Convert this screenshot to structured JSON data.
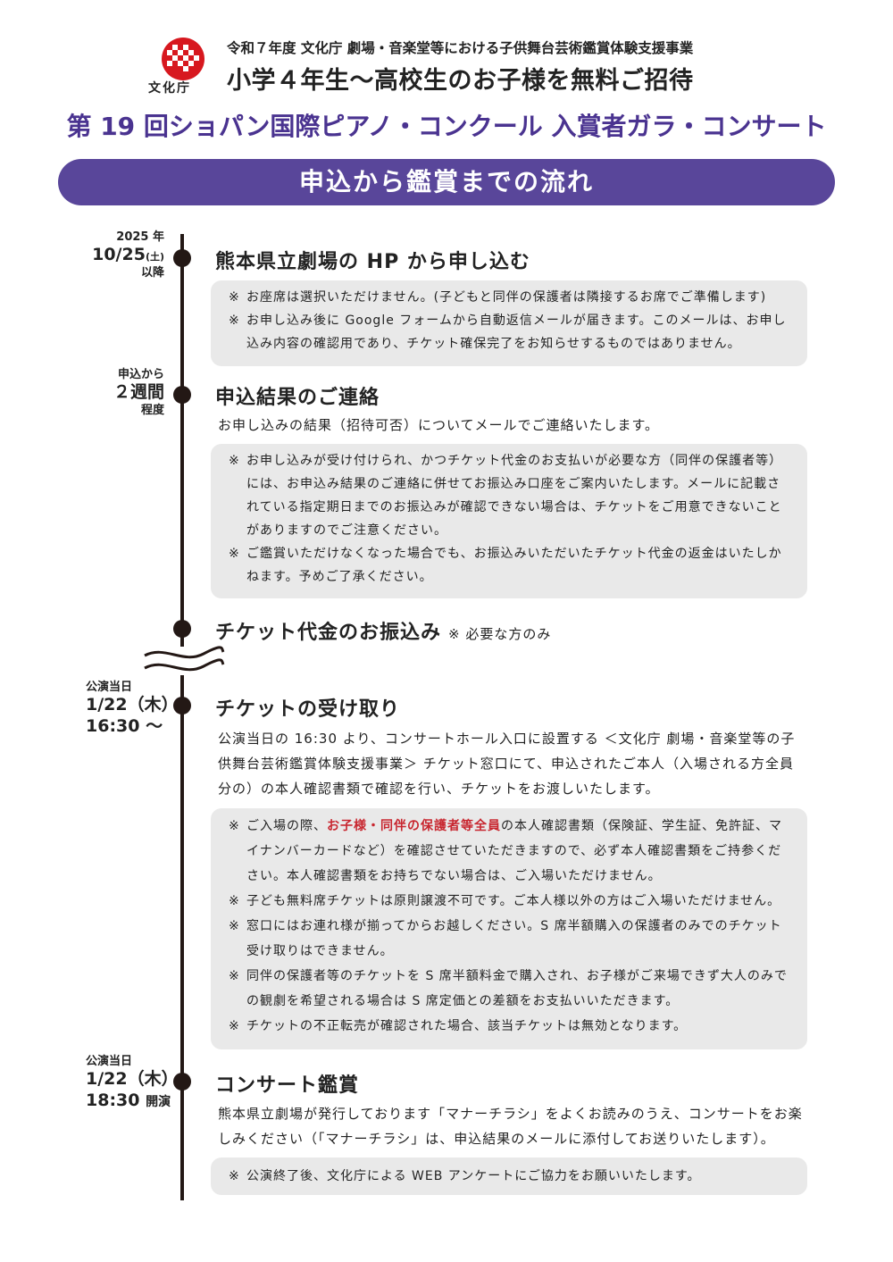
{
  "header": {
    "logo_text": "文化庁",
    "subtitle": "令和７年度 文化庁 劇場・音楽堂等における子供舞台芸術鑑賞体験支援事業",
    "headline": "小学４年生～高校生のお子様を無料ご招待",
    "concert_title": "第 19 回ショパン国際ピアノ・コンクール 入賞者ガラ・コンサート",
    "banner": "申込から鑑賞までの流れ"
  },
  "colors": {
    "purple": "#59469a",
    "title_purple": "#4a3390",
    "red": "#c8262f",
    "note_bg": "#e9e9e9"
  },
  "steps": [
    {
      "date": {
        "top": "2025 年",
        "main": "10/25",
        "main_small": "(土)",
        "bottom": "以降"
      },
      "title": "熊本県立劇場の HP から申し込む",
      "notes": [
        "お座席は選択いただけません。(子どもと同伴の保護者は隣接するお席でご準備します)",
        "お申し込み後に Google フォームから自動返信メールが届きます。このメールは、お申し込み内容の確認用であり、チケット確保完了をお知らせするものではありません。"
      ]
    },
    {
      "date": {
        "top": "申込から",
        "main": "２週間",
        "bottom": "程度"
      },
      "title": "申込結果のご連絡",
      "text": "お申し込みの結果（招待可否）についてメールでご連絡いたします。",
      "notes": [
        "お申し込みが受け付けられ、かつチケット代金のお支払いが必要な方（同伴の保護者等）には、お申込み結果のご連絡に併せてお振込み口座をご案内いたします。メールに記載されている指定期日までのお振込みが確認できない場合は、チケットをご用意できないことがありますのでご注意ください。",
        "ご鑑賞いただけなくなった場合でも、お振込みいただいたチケット代金の返金はいたしかねます。予めご了承ください。"
      ]
    },
    {
      "title": "チケット代金のお振込み",
      "aside": "※ 必要な方のみ"
    },
    {
      "date": {
        "top": "公演当日",
        "main": "1/22（木）",
        "bottom": "16:30 ～"
      },
      "title": "チケットの受け取り",
      "text": "公演当日の 16:30 より、コンサートホール入口に設置する ＜文化庁 劇場・音楽堂等の子供舞台芸術鑑賞体験支援事業＞ チケット窓口にて、申込されたご本人（入場される方全員分の）の本人確認書類で確認を行い、チケットをお渡しいたします。",
      "note1_before": "ご入場の際、",
      "note1_red": "お子様・同伴の保護者等全員",
      "note1_after": "の本人確認書類（保険証、学生証、免許証、マイナンバーカードなど）を確認させていただきますので、必ず本人確認書類をご持参ください。本人確認書類をお持ちでない場合は、ご入場いただけません。",
      "notes": [
        "子ども無料席チケットは原則譲渡不可です。ご本人様以外の方はご入場いただけません。",
        "窓口にはお連れ様が揃ってからお越しください。S 席半額購入の保護者のみでのチケット受け取りはできません。",
        "同伴の保護者等のチケットを S 席半額料金で購入され、お子様がご来場できず大人のみでの観劇を希望される場合は S 席定価との差額をお支払いいただきます。",
        "チケットの不正転売が確認された場合、該当チケットは無効となります。"
      ]
    },
    {
      "date": {
        "top": "公演当日",
        "main": "1/22（木）",
        "bottom_main": "18:30",
        "bottom_small": "開演"
      },
      "title": "コンサート鑑賞",
      "text": "熊本県立劇場が発行しております「マナーチラシ」をよくお読みのうえ、コンサートをお楽しみください（「マナーチラシ」は、申込結果のメールに添付してお送りいたします）。",
      "notes": [
        "公演終了後、文化庁による WEB アンケートにご協力をお願いいたします。"
      ]
    }
  ],
  "note_mark": "※"
}
